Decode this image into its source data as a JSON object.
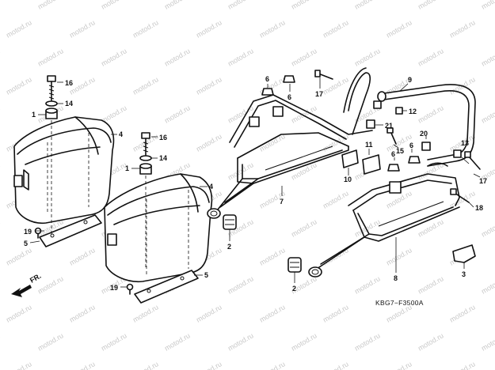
{
  "watermark": {
    "text": "motod.ru",
    "color": "#c9c9c9"
  },
  "diagram_code": "KBG7−F3500A",
  "direction_label": "FR.",
  "callouts": {
    "c1a": "1",
    "c1b": "1",
    "c2a": "2",
    "c2b": "2",
    "c3": "3",
    "c4a": "4",
    "c4b": "4",
    "c5a": "5",
    "c5b": "5",
    "c6a": "6",
    "c6b": "6",
    "c6c": "6",
    "c6d": "6",
    "c7": "7",
    "c8": "8",
    "c9": "9",
    "c10": "10",
    "c11": "11",
    "c12": "12",
    "c13": "13",
    "c14a": "14",
    "c14b": "14",
    "c15": "15",
    "c16a": "16",
    "c16b": "16",
    "c17a": "17",
    "c17b": "17",
    "c18": "18",
    "c19a": "19",
    "c19b": "19",
    "c20": "20",
    "c21": "21"
  }
}
